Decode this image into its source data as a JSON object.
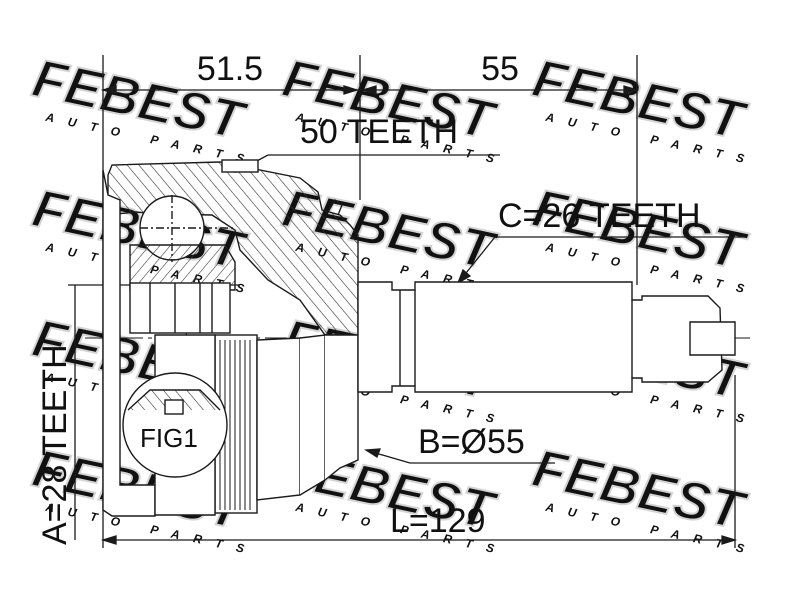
{
  "watermark": {
    "brand": "FEBEST",
    "tagline": "AUTO PARTS",
    "color": "#d9d9d9"
  },
  "dimensions": {
    "width_left": "51.5",
    "width_right": "55",
    "outer_teeth": "50 TEETH",
    "spline_c": "C=26 TEETH",
    "diameter_b": "B=Ø55",
    "spline_a": "A=28 TEETH",
    "length_l": "L=129"
  },
  "figure_label": "FIG1",
  "colors": {
    "line": "#1a1a1a",
    "watermark": "#d9d9d9"
  }
}
